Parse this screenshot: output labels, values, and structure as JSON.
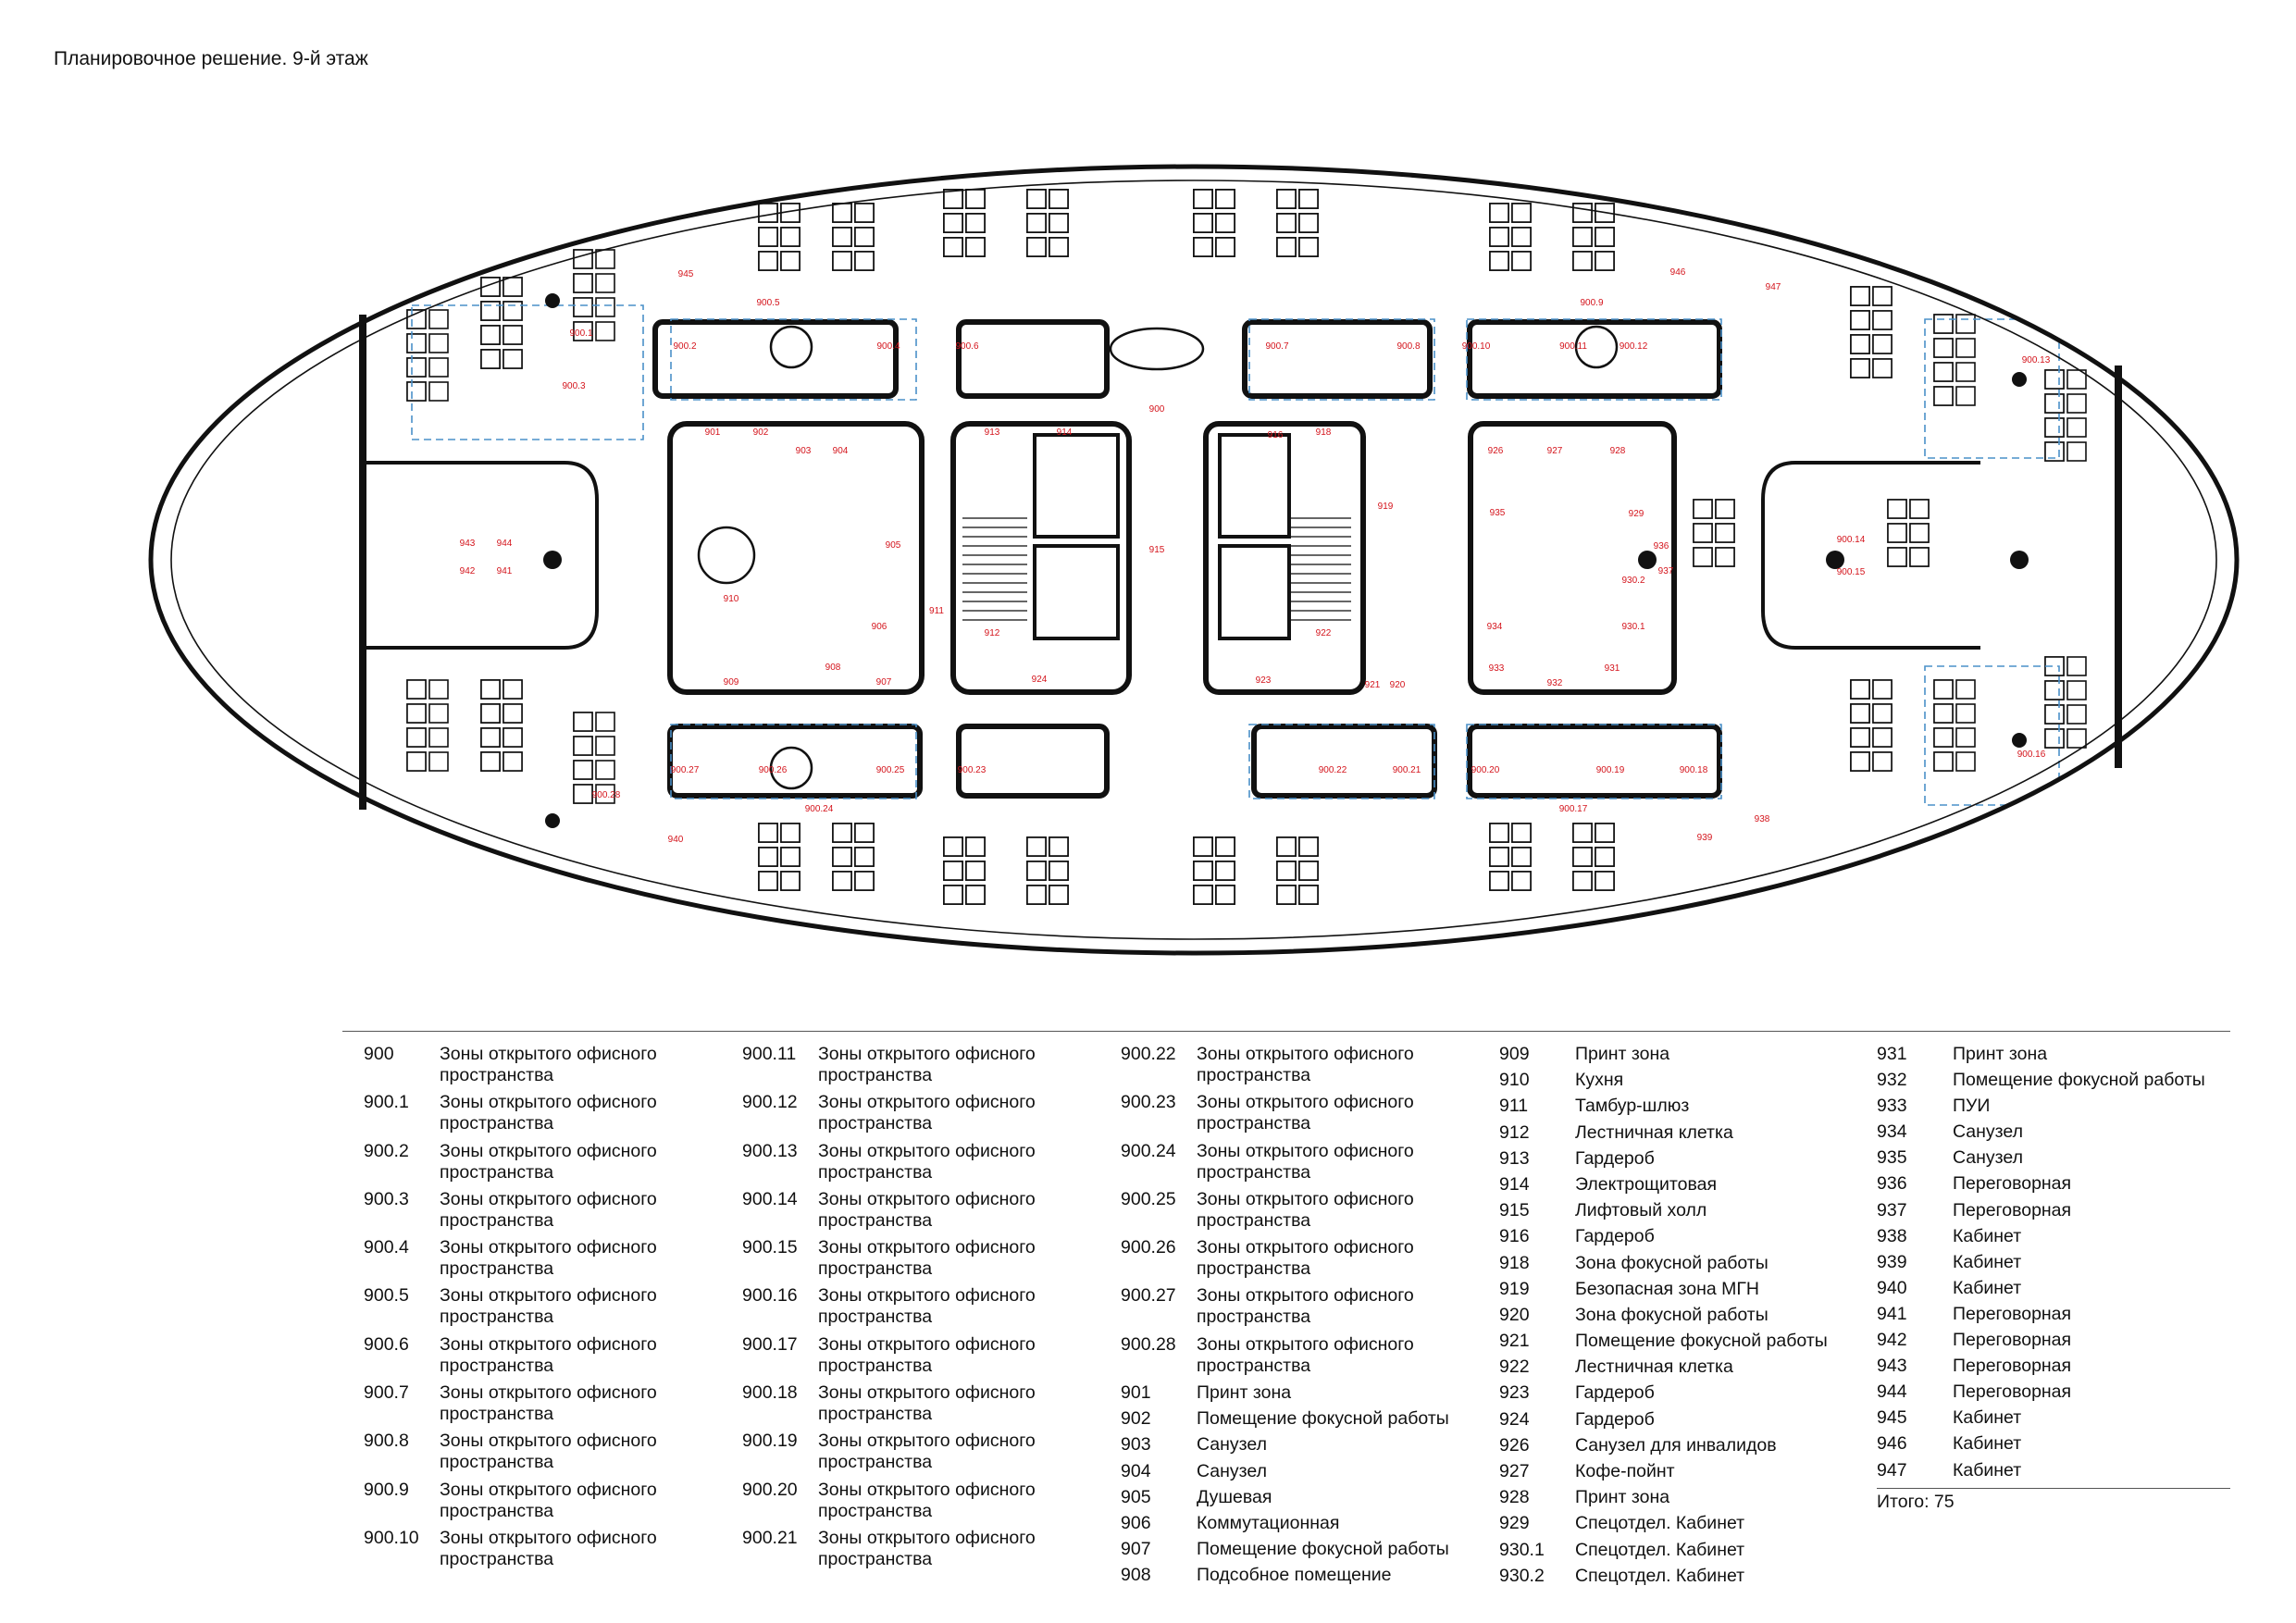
{
  "title": "Планировочное решение. 9-й этаж",
  "plan_labels": [
    "900",
    "900.1",
    "900.2",
    "900.3",
    "900.4",
    "900.5",
    "900.6",
    "900.7",
    "900.8",
    "900.9",
    "900.10",
    "900.11",
    "900.12",
    "900.13",
    "900.14",
    "900.15",
    "900.16",
    "900.17",
    "900.18",
    "900.19",
    "900.20",
    "900.21",
    "900.22",
    "900.23",
    "900.24",
    "900.25",
    "900.26",
    "900.27",
    "900.28",
    "901",
    "902",
    "903",
    "904",
    "905",
    "906",
    "907",
    "908",
    "909",
    "910",
    "911",
    "912",
    "913",
    "914",
    "915",
    "916",
    "918",
    "919",
    "920",
    "921",
    "922",
    "923",
    "924",
    "926",
    "927",
    "928",
    "929",
    "930.1",
    "930.2",
    "931",
    "932",
    "933",
    "934",
    "935",
    "936",
    "937",
    "938",
    "939",
    "940",
    "941",
    "942",
    "943",
    "944",
    "945",
    "946",
    "947"
  ],
  "legend": {
    "col1": [
      {
        "num": "900",
        "name": "Зоны открытого офисного пространства"
      },
      {
        "num": "900.1",
        "name": "Зоны открытого офисного пространства"
      },
      {
        "num": "900.2",
        "name": "Зоны открытого офисного пространства"
      },
      {
        "num": "900.3",
        "name": "Зоны открытого офисного пространства"
      },
      {
        "num": "900.4",
        "name": "Зоны открытого офисного пространства"
      },
      {
        "num": "900.5",
        "name": "Зоны открытого офисного пространства"
      },
      {
        "num": "900.6",
        "name": "Зоны открытого офисного пространства"
      },
      {
        "num": "900.7",
        "name": "Зоны открытого офисного пространства"
      },
      {
        "num": "900.8",
        "name": "Зоны открытого офисного пространства"
      },
      {
        "num": "900.9",
        "name": "Зоны открытого офисного пространства"
      },
      {
        "num": "900.10",
        "name": "Зоны открытого офисного пространства"
      }
    ],
    "col2": [
      {
        "num": "900.11",
        "name": "Зоны открытого офисного пространства"
      },
      {
        "num": "900.12",
        "name": "Зоны открытого офисного пространства"
      },
      {
        "num": "900.13",
        "name": "Зоны открытого офисного пространства"
      },
      {
        "num": "900.14",
        "name": "Зоны открытого офисного пространства"
      },
      {
        "num": "900.15",
        "name": "Зоны открытого офисного пространства"
      },
      {
        "num": "900.16",
        "name": "Зоны открытого офисного пространства"
      },
      {
        "num": "900.17",
        "name": "Зоны открытого офисного пространства"
      },
      {
        "num": "900.18",
        "name": "Зоны открытого офисного пространства"
      },
      {
        "num": "900.19",
        "name": "Зоны открытого офисного пространства"
      },
      {
        "num": "900.20",
        "name": "Зоны открытого офисного пространства"
      },
      {
        "num": "900.21",
        "name": "Зоны открытого офисного пространства"
      }
    ],
    "col3": [
      {
        "num": "900.22",
        "name": "Зоны открытого офисного пространства"
      },
      {
        "num": "900.23",
        "name": "Зоны открытого офисного пространства"
      },
      {
        "num": "900.24",
        "name": "Зоны открытого офисного пространства"
      },
      {
        "num": "900.25",
        "name": "Зоны открытого офисного пространства"
      },
      {
        "num": "900.26",
        "name": "Зоны открытого офисного пространства"
      },
      {
        "num": "900.27",
        "name": "Зоны открытого офисного пространства"
      },
      {
        "num": "900.28",
        "name": "Зоны открытого офисного пространства"
      },
      {
        "num": "901",
        "name": "Принт зона"
      },
      {
        "num": "902",
        "name": "Помещение фокусной работы"
      },
      {
        "num": "903",
        "name": "Санузел"
      },
      {
        "num": "904",
        "name": "Санузел"
      },
      {
        "num": "905",
        "name": "Душевая"
      },
      {
        "num": "906",
        "name": "Коммутационная"
      },
      {
        "num": "907",
        "name": "Помещение фокусной работы"
      },
      {
        "num": "908",
        "name": "Подсобное помещение"
      }
    ],
    "col4": [
      {
        "num": "909",
        "name": "Принт зона"
      },
      {
        "num": "910",
        "name": "Кухня"
      },
      {
        "num": "911",
        "name": "Тамбур-шлюз"
      },
      {
        "num": "912",
        "name": "Лестничная клетка"
      },
      {
        "num": "913",
        "name": "Гардероб"
      },
      {
        "num": "914",
        "name": "Электрощитовая"
      },
      {
        "num": "915",
        "name": "Лифтовый холл"
      },
      {
        "num": "916",
        "name": "Гардероб"
      },
      {
        "num": "918",
        "name": "Зона фокусной работы"
      },
      {
        "num": "919",
        "name": "Безопасная зона МГН"
      },
      {
        "num": "920",
        "name": "Зона фокусной работы"
      },
      {
        "num": "921",
        "name": "Помещение фокусной работы"
      },
      {
        "num": "922",
        "name": "Лестничная клетка"
      },
      {
        "num": "923",
        "name": "Гардероб"
      },
      {
        "num": "924",
        "name": "Гардероб"
      },
      {
        "num": "926",
        "name": "Санузел для инвалидов"
      },
      {
        "num": "927",
        "name": "Кофе-пойнт"
      },
      {
        "num": "928",
        "name": "Принт зона"
      },
      {
        "num": "929",
        "name": "Спецотдел. Кабинет"
      },
      {
        "num": "930.1",
        "name": "Спецотдел. Кабинет"
      },
      {
        "num": "930.2",
        "name": "Спецотдел. Кабинет"
      }
    ],
    "col5": [
      {
        "num": "931",
        "name": "Принт зона"
      },
      {
        "num": "932",
        "name": "Помещение фокусной работы"
      },
      {
        "num": "933",
        "name": "ПУИ"
      },
      {
        "num": "934",
        "name": "Санузел"
      },
      {
        "num": "935",
        "name": "Санузел"
      },
      {
        "num": "936",
        "name": "Переговорная"
      },
      {
        "num": "937",
        "name": "Переговорная"
      },
      {
        "num": "938",
        "name": "Кабинет"
      },
      {
        "num": "939",
        "name": "Кабинет"
      },
      {
        "num": "940",
        "name": "Кабинет"
      },
      {
        "num": "941",
        "name": "Переговорная"
      },
      {
        "num": "942",
        "name": "Переговорная"
      },
      {
        "num": "943",
        "name": "Переговорная"
      },
      {
        "num": "944",
        "name": "Переговорная"
      },
      {
        "num": "945",
        "name": "Кабинет"
      },
      {
        "num": "946",
        "name": "Кабинет"
      },
      {
        "num": "947",
        "name": "Кабинет"
      }
    ]
  },
  "total": "Итого: 75",
  "colors": {
    "room_label": "#d4141c",
    "line": "#111111",
    "zone_dash": "#4a90c8"
  }
}
